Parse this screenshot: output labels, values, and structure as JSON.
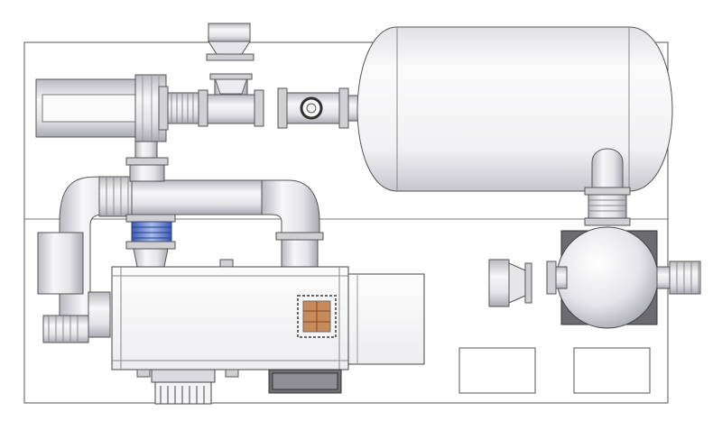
{
  "diagram": {
    "background": "#ffffff",
    "colors": {
      "line": "#4a4a4a",
      "metal_light": "#f4f4f6",
      "metal_mid": "#d9d9de",
      "metal_dark": "#a8a8b0",
      "flange": "#c9c9cf",
      "bellows": "#b7b7bd",
      "accent_blue": "#6f8fd6",
      "accent_blue_dark": "#3b5bb5",
      "heater_copper": "#c98a5a",
      "heater_frame": "#6a6a6a",
      "port_ring": "#2f2f2f"
    },
    "components": [
      "base-skid",
      "motor",
      "coupling-housing",
      "top-hopper",
      "t-junction",
      "viewport-spool",
      "storage-tank",
      "tank-outlet-elbow",
      "spherical-chamber",
      "side-valve",
      "u-return-pipe",
      "blue-bellows",
      "main-chamber",
      "heater-window",
      "cylinder-extension",
      "bottom-fan",
      "bottom-box",
      "panel-left",
      "panel-right"
    ]
  }
}
